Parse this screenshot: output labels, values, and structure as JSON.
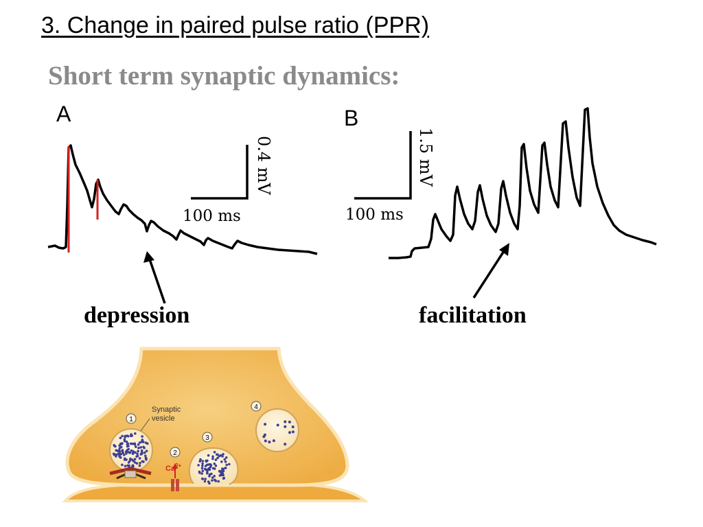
{
  "slide": {
    "heading": "3. Change in paired pulse ratio (PPR)",
    "subheading": "Short term synaptic dynamics:"
  },
  "panel_a": {
    "letter": "A",
    "scale_vertical": "0.4 mV",
    "scale_horizontal": "100 ms",
    "arrow_label": "depression"
  },
  "panel_b": {
    "letter": "B",
    "scale_vertical": "1.5 mV",
    "scale_horizontal": "100 ms",
    "arrow_label": "facilitation"
  },
  "synapse_diagram": {
    "vesicle_label": "Synaptic vesicle",
    "step_markers": [
      "1",
      "2",
      "3",
      "4"
    ],
    "ion_label_main": "Ca",
    "ion_label_charge": "2+"
  },
  "colors": {
    "trace": "#000000",
    "highlight": "#d42020",
    "terminal_fill": "#f0bb5a",
    "terminal_edge": "#fbe4b4",
    "vesicle_dot": "#3d3f95",
    "subheading": "#8a8a8a"
  }
}
